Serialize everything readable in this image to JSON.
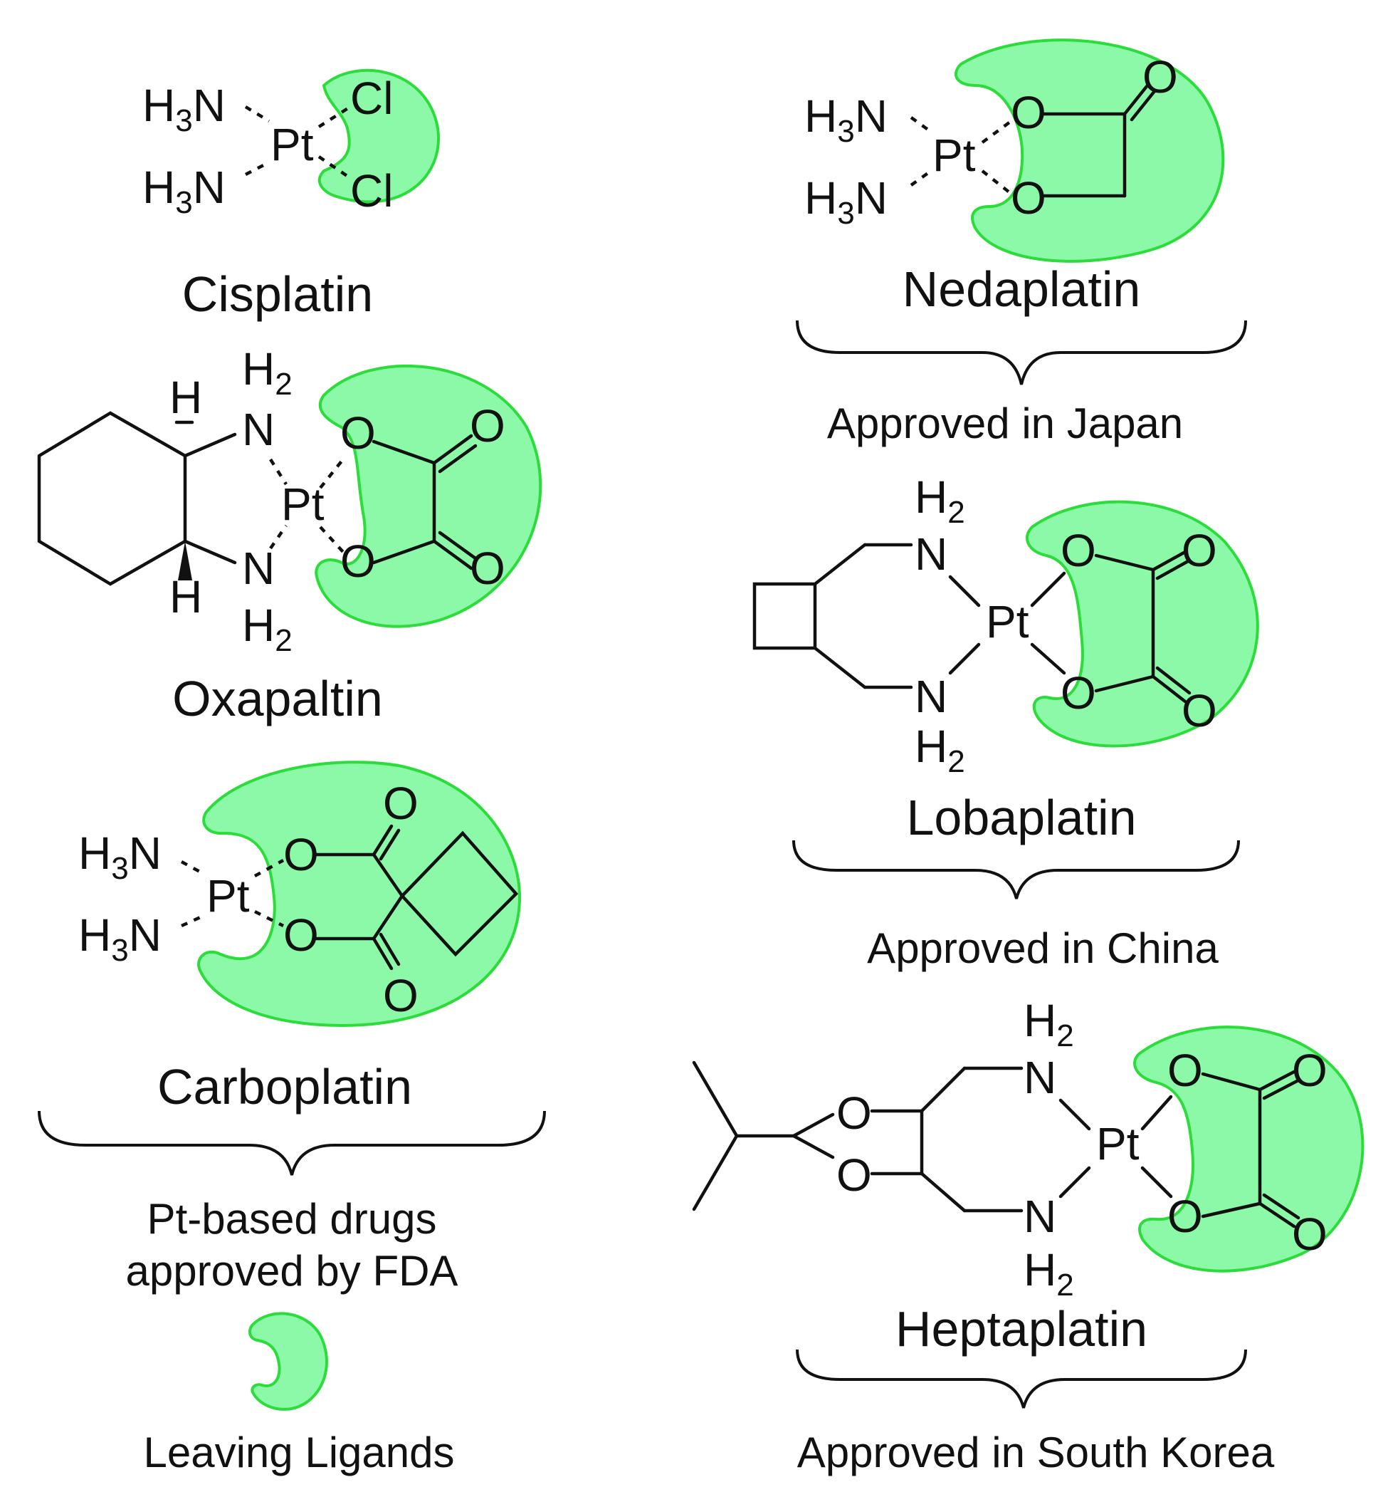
{
  "colors": {
    "ligand_fill": "#8cf9a8",
    "ligand_stroke": "#2bdc3a",
    "ink": "#111111",
    "background": "#ffffff"
  },
  "atoms": {
    "pt": "Pt",
    "n": "N",
    "h": "H",
    "o": "O",
    "cl": "Cl",
    "sub2": "2",
    "sub3": "3"
  },
  "compounds": [
    {
      "id": "cisplatin",
      "name": "Cisplatin"
    },
    {
      "id": "oxaliplatin",
      "name": "Oxapaltin"
    },
    {
      "id": "carboplatin",
      "name": "Carboplatin"
    },
    {
      "id": "nedaplatin",
      "name": "Nedaplatin"
    },
    {
      "id": "lobaplatin",
      "name": "Lobaplatin"
    },
    {
      "id": "heptaplatin",
      "name": "Heptaplatin"
    }
  ],
  "approvals": {
    "fda_line1": "Pt-based drugs",
    "fda_line2": "approved by FDA",
    "japan": "Approved in Japan",
    "china": "Approved in China",
    "korea": "Approved in South Korea"
  },
  "legend": {
    "label": "Leaving Ligands"
  }
}
